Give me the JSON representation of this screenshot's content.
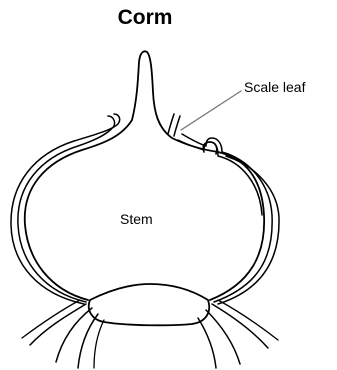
{
  "title": "Corm",
  "labels": {
    "scale_leaf": "Scale leaf",
    "stem": "Stem"
  },
  "colors": {
    "outline": "#000000",
    "pointer": "#777777",
    "background": "#ffffff"
  }
}
